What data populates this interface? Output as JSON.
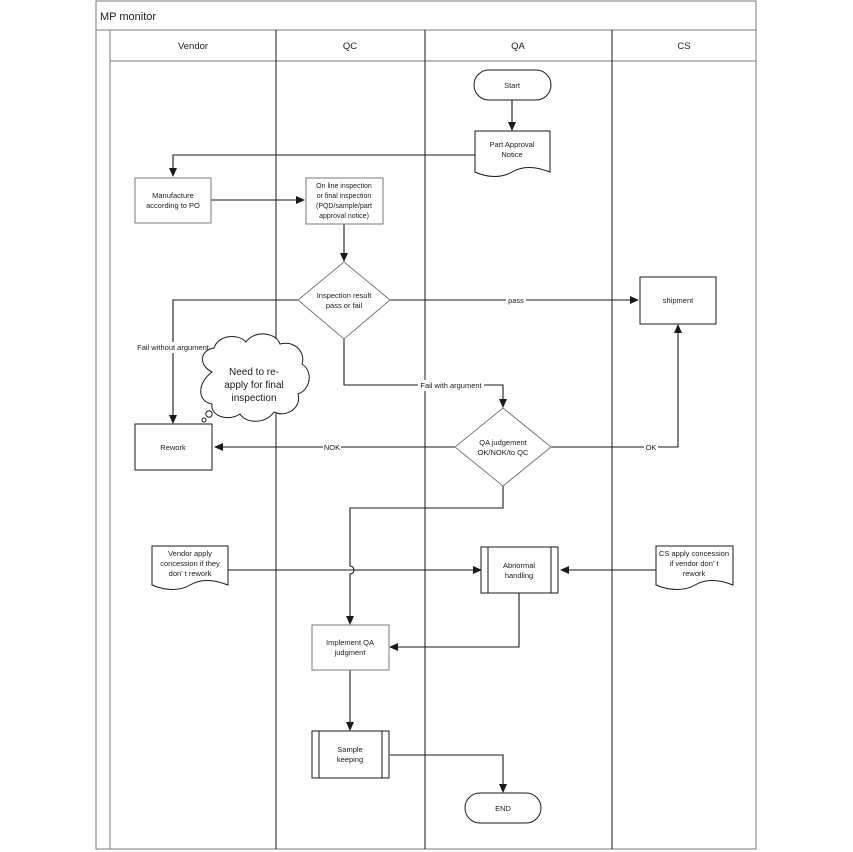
{
  "title": "MP monitor",
  "lanes": [
    "Vendor",
    "QC",
    "QA",
    "CS"
  ],
  "nodes": {
    "start": "Start",
    "part_approval": [
      "Part Approval",
      "Notice"
    ],
    "manufacture": [
      "Manufacture",
      "according to PO"
    ],
    "inspection": [
      "On line inspection",
      "or final inspection",
      "(PQD/sample/part",
      "approval notice)"
    ],
    "inspection_result": [
      "Inspection result",
      "pass or fail"
    ],
    "shipment": "shipment",
    "rework": "Rework",
    "callout": [
      "Need to re-",
      "apply for final",
      "inspection"
    ],
    "qa_judgement": [
      "QA judgement",
      "OK/NOK/to QC"
    ],
    "vendor_concession": [
      "Vendor  apply",
      "concession if they",
      "don’ t rework"
    ],
    "abnormal_handling": [
      "Abnormal",
      "handling"
    ],
    "cs_concession": [
      "CS  apply concession",
      "if vendor don’ t",
      "rework"
    ],
    "implement_qa": [
      "Implement QA",
      "judgment"
    ],
    "sample_keeping": [
      "Sample",
      "keeping"
    ],
    "end": "END"
  },
  "edge_labels": {
    "pass": "pass",
    "fail_without_argument": "Fail without argument",
    "fail_with_argument": "Fail with argument",
    "nok": "NOK",
    "ok": "OK"
  },
  "colors": {
    "line": "#1a1a1a",
    "border": "#7a7a7a",
    "background": "#ffffff"
  }
}
